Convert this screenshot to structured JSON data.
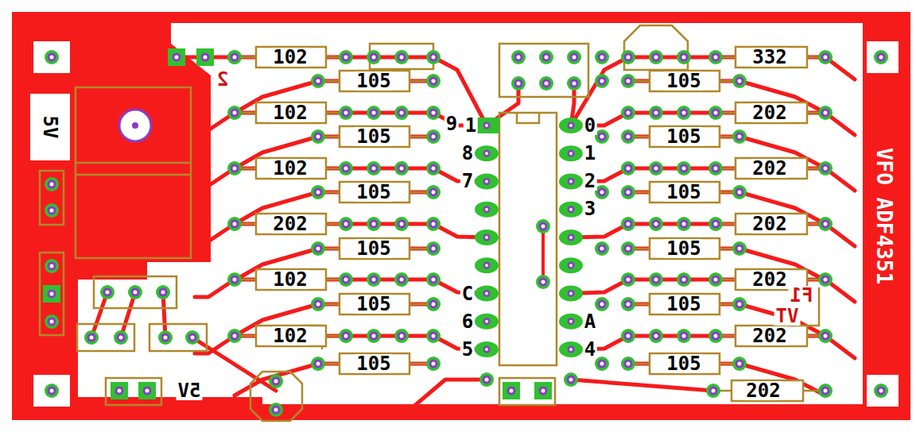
{
  "diagram": {
    "labels": [
      "102",
      "332",
      "105",
      "105",
      "2",
      "102",
      "202",
      "9",
      "1",
      "0",
      "5V",
      "105",
      "105",
      "8",
      "1",
      "102",
      "202",
      "7",
      "2",
      "105",
      "105",
      "3",
      "202",
      "202",
      "105",
      "105",
      "102",
      "202",
      "C",
      "F1",
      "105",
      "105",
      "TV",
      "6",
      "A",
      "102",
      "202",
      "5",
      "4",
      "105",
      "105",
      "202",
      "5V",
      "VFO ADF4351"
    ]
  }
}
